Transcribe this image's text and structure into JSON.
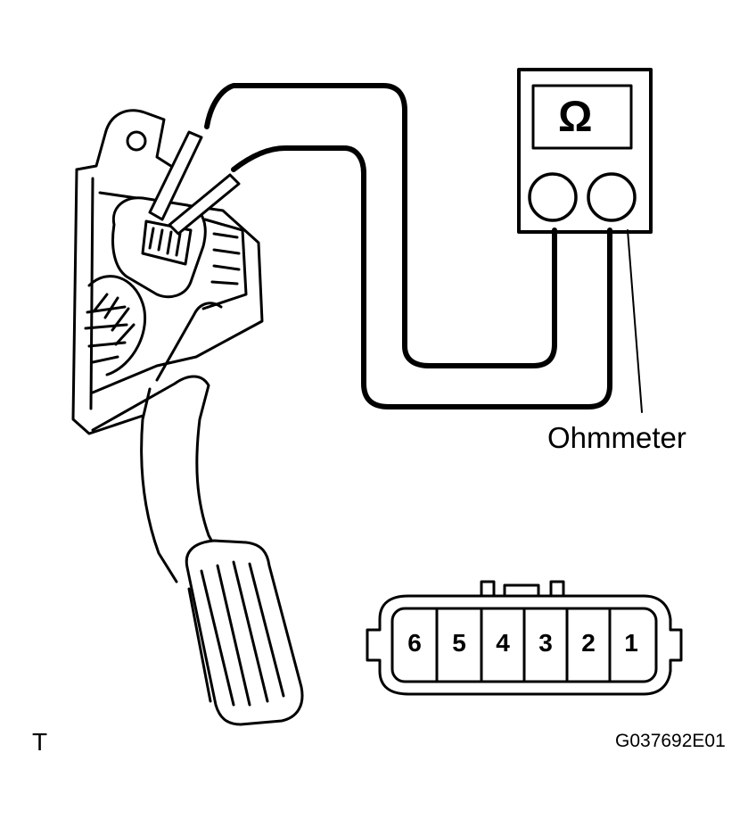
{
  "meter": {
    "symbol": "Ω",
    "label": "Ohmmeter"
  },
  "connector": {
    "pins": [
      "6",
      "5",
      "4",
      "3",
      "2",
      "1"
    ]
  },
  "figure": {
    "code": "G037692E01",
    "corner_mark": "T"
  },
  "colors": {
    "line": "#000000",
    "background": "#ffffff"
  },
  "icons": [
    "ohmmeter-icon",
    "accelerator-pedal-icon",
    "connector-icon"
  ]
}
